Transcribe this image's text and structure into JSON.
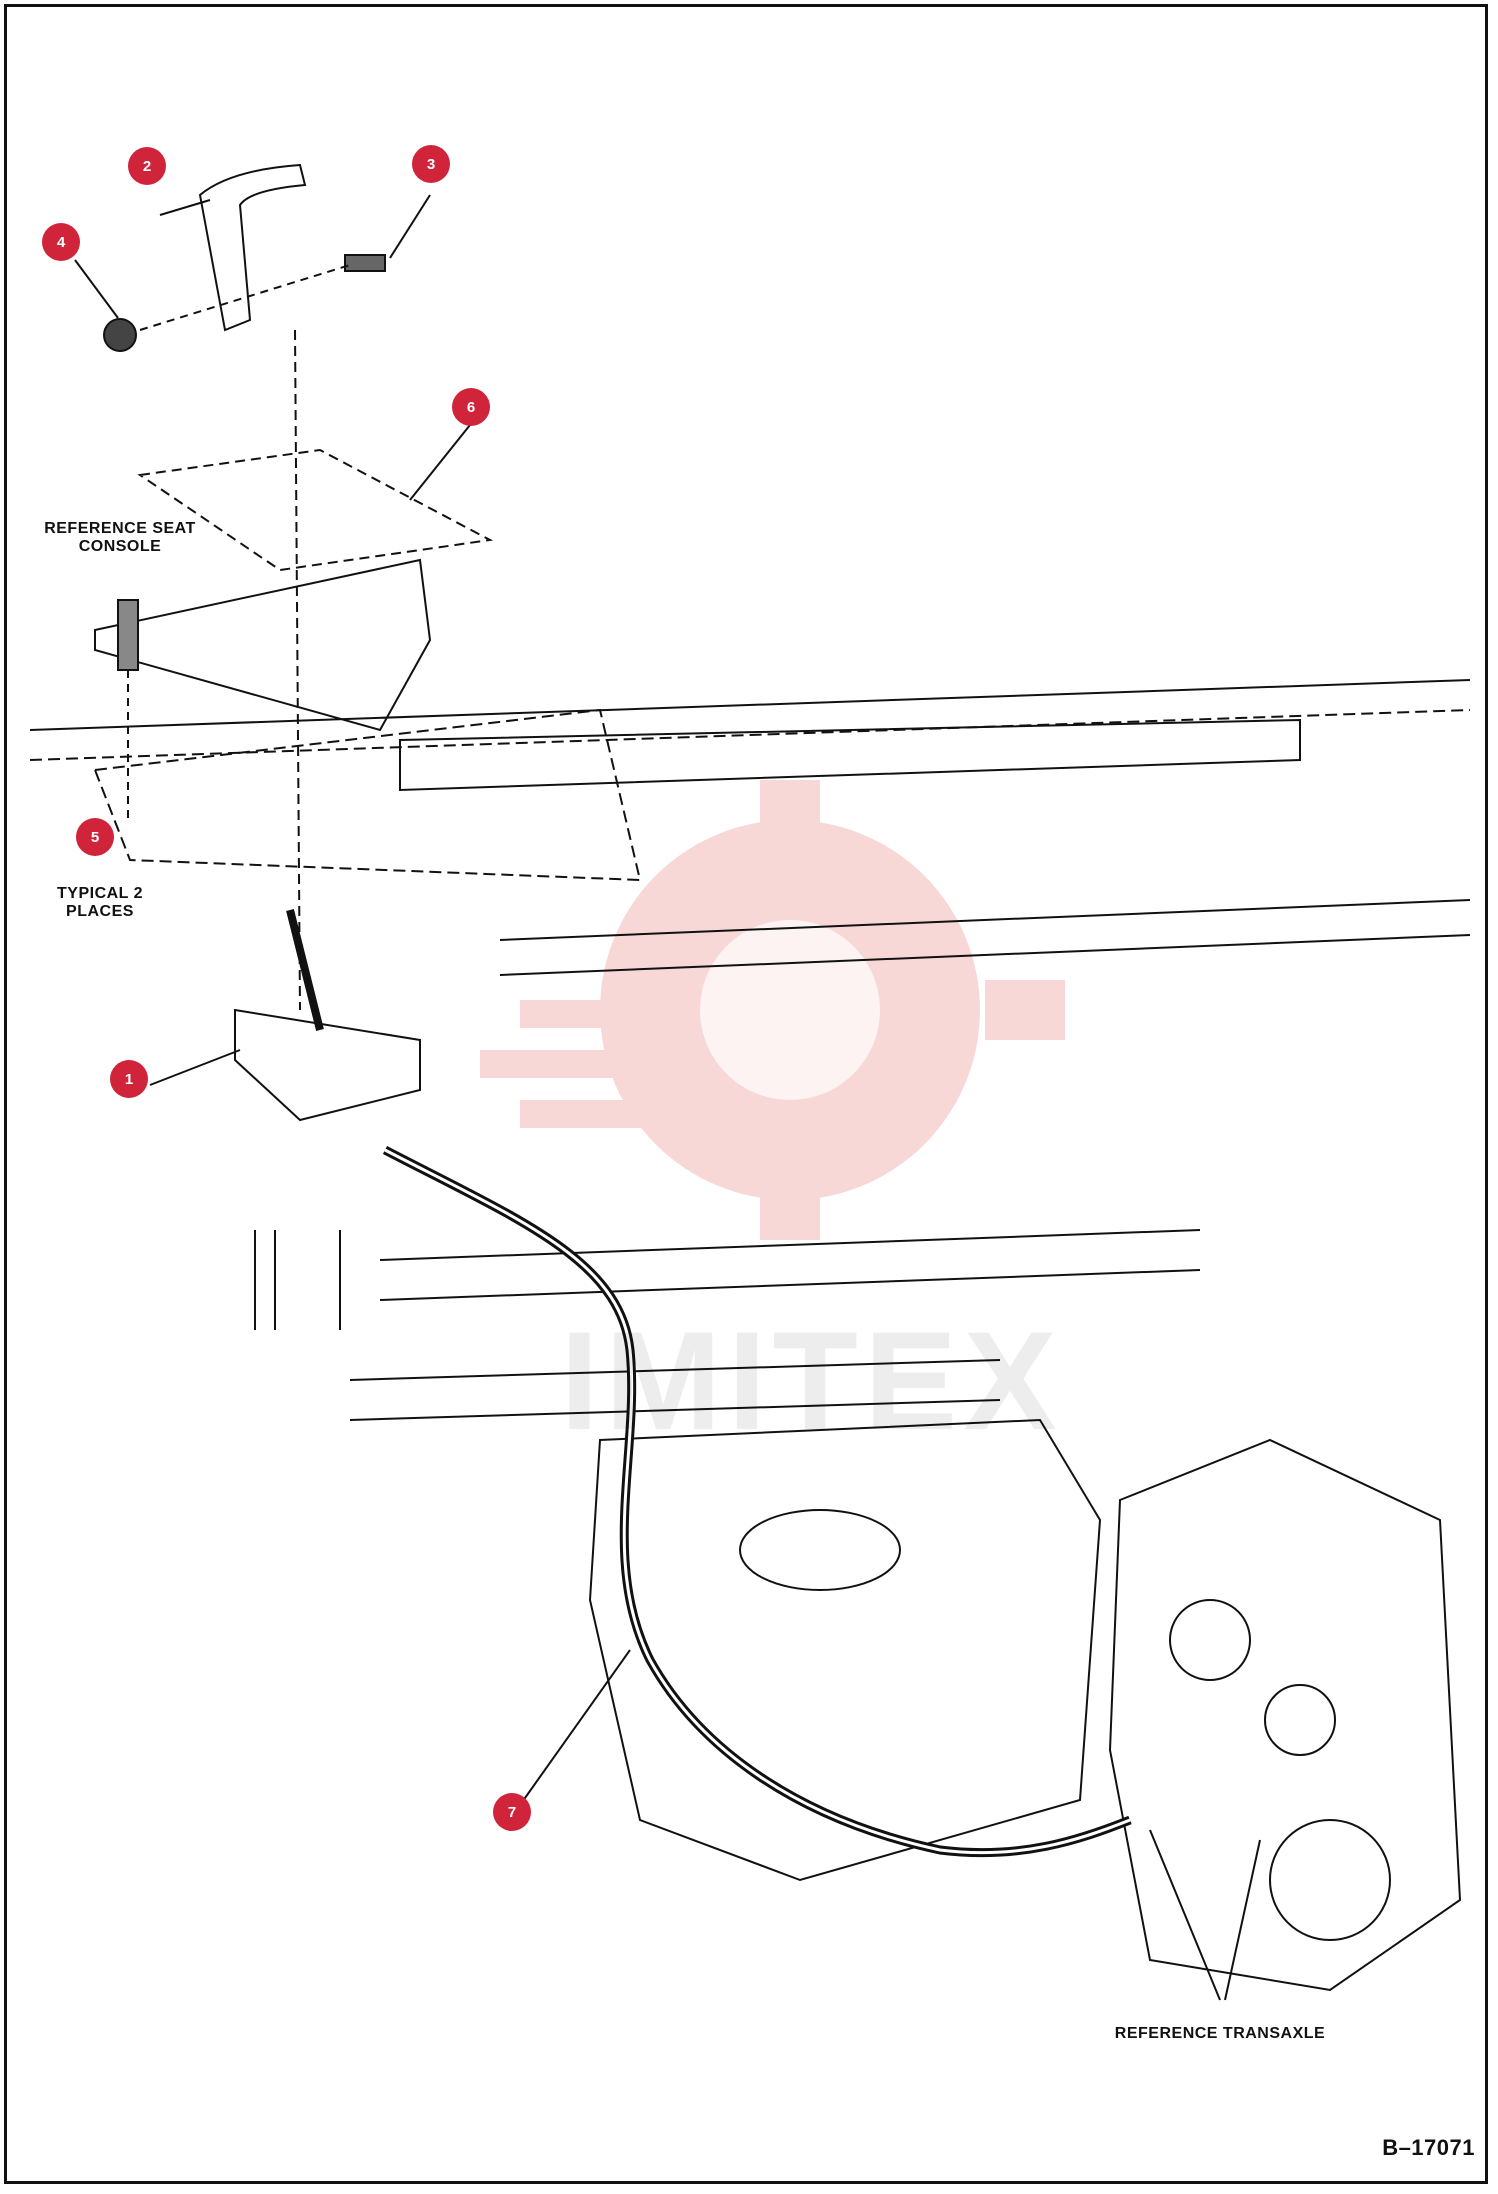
{
  "labels": {
    "reference_seat_console": "REFERENCE SEAT CONSOLE",
    "typical_places": "TYPICAL 2 PLACES",
    "reference_transaxle": "REFERENCE TRANSAXLE",
    "drawing_code": "B–17071"
  },
  "callouts": [
    "1",
    "2",
    "3",
    "4",
    "5",
    "6",
    "7"
  ],
  "watermark": "IMITEX",
  "colors": {
    "callout": "#d0243a",
    "watermark_gear": "#f3b7b7",
    "line": "#111111"
  }
}
